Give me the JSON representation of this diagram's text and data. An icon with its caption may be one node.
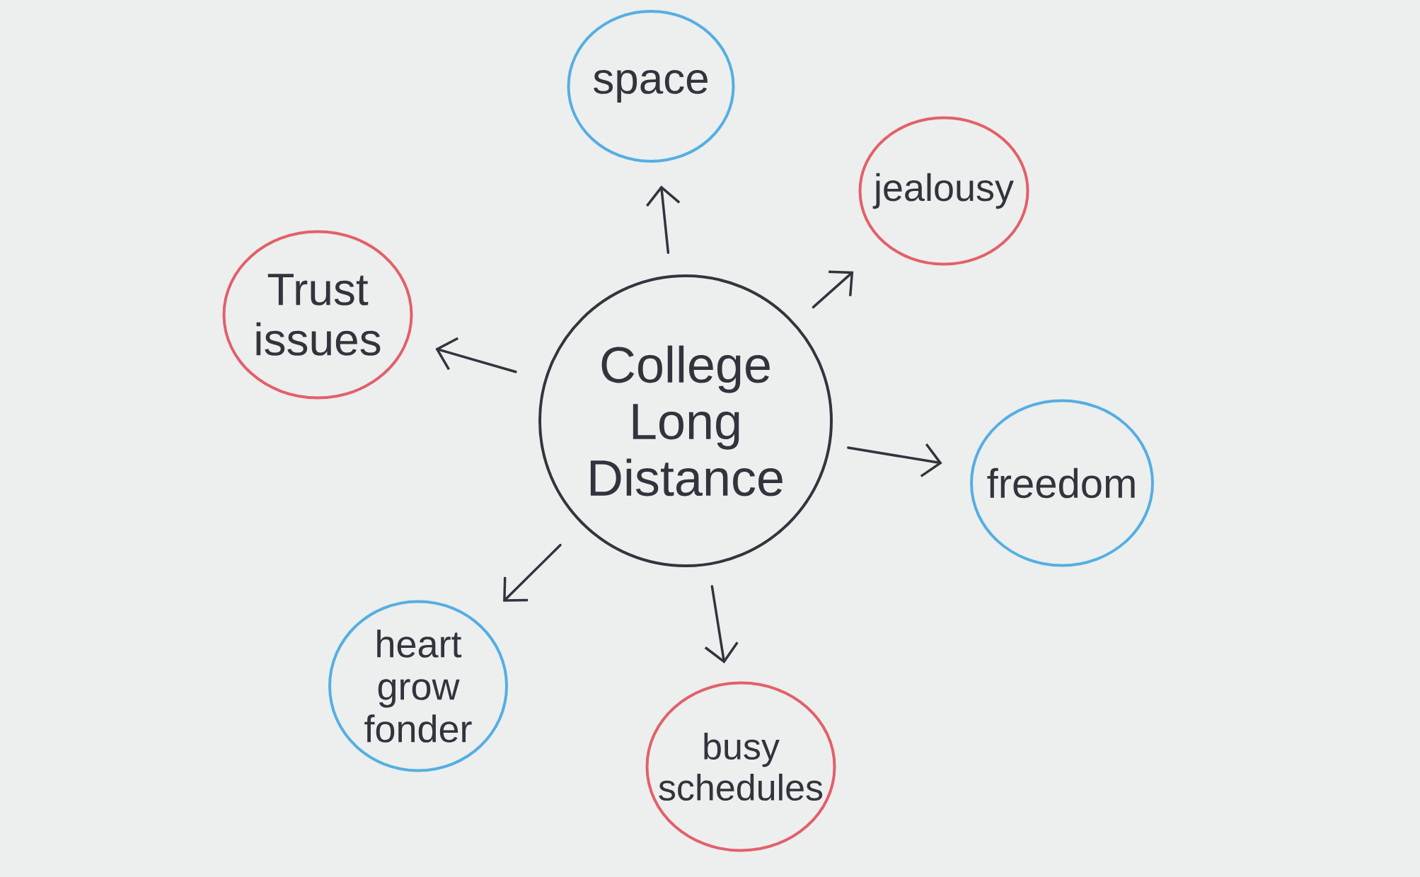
{
  "diagram": {
    "nodes": [
      {
        "text": [
          "space"
        ]
      },
      {
        "text": [
          "jealousy"
        ]
      },
      {
        "text": [
          "Trust issues"
        ]
      },
      {
        "text": [
          "College Long Distance"
        ]
      },
      {
        "text": [
          "freedom"
        ]
      },
      {
        "text": [
          "heart grow fonder"
        ]
      },
      {
        "text": [
          "busy schedules"
        ]
      }
    ],
    "edges": [
      {
        "from": 3,
        "to": 0,
        "arrow": "to"
      },
      {
        "from": 3,
        "to": 1,
        "arrow": "to"
      },
      {
        "from": 3,
        "to": 2,
        "arrow": "to"
      },
      {
        "from": 3,
        "to": 4,
        "arrow": "to"
      },
      {
        "from": 3,
        "to": 5,
        "arrow": "to"
      },
      {
        "from": 3,
        "to": 6,
        "arrow": "to"
      }
    ]
  }
}
